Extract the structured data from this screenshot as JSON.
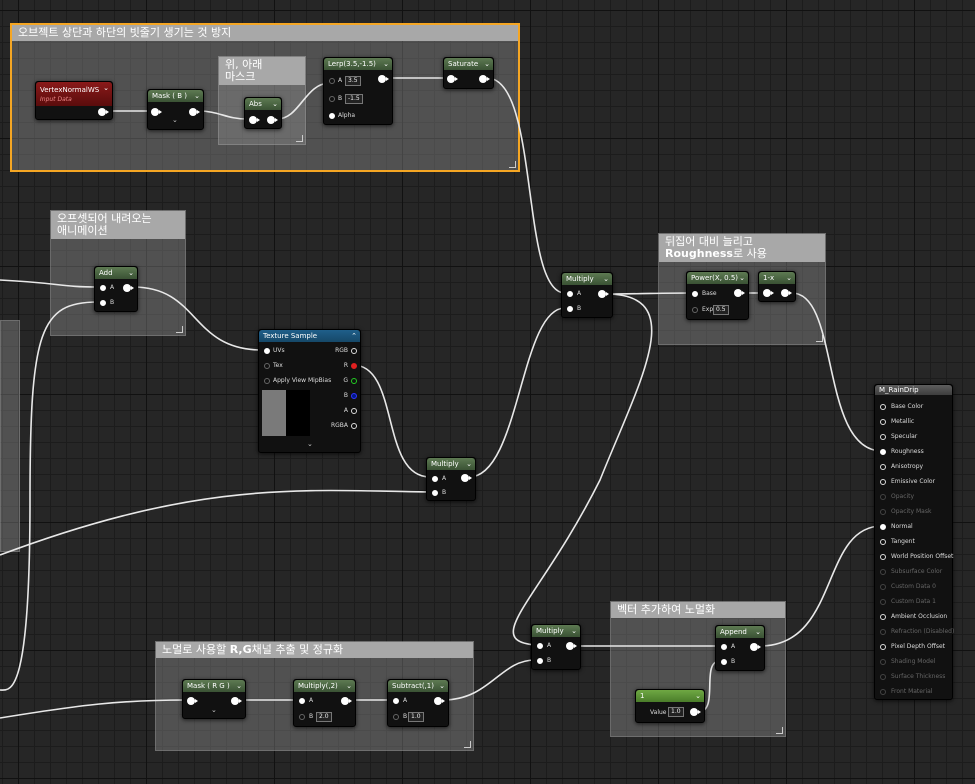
{
  "comments": {
    "top": "오브젝트 상단과 하단의 빗줄기 생기는 것 방지",
    "updown": "위, 아래\n마스크",
    "offset": "오프셋되어 내려오는\n애니메이션",
    "rough_a": "뒤집어 대비 늘리고",
    "rough_b": "Roughness",
    "rough_c": "로 사용",
    "normal_a": "노멀로 사용할 ",
    "normal_b": "R,G",
    "normal_c": "채널 추출 및 정규화",
    "vector": "벡터 추가하여 노멀화"
  },
  "nodes": {
    "vertex": {
      "title": "VertexNormalWS",
      "sub": "Input Data"
    },
    "mask_b": {
      "title": "Mask ( B )"
    },
    "abs": {
      "title": "Abs"
    },
    "lerp": {
      "title": "Lerp(3.5,-1.5)",
      "a_label": "A",
      "a_val": "3.5",
      "b_label": "B",
      "b_val": "-1.5",
      "alpha": "Alpha"
    },
    "saturate": {
      "title": "Saturate"
    },
    "add": {
      "title": "Add",
      "a": "A",
      "b": "B"
    },
    "texture": {
      "title": "Texture Sample",
      "uvs": "UVs",
      "tex": "Tex",
      "mip": "Apply View MipBias",
      "rgb": "RGB",
      "r": "R",
      "g": "G",
      "b": "B",
      "a": "A",
      "rgba": "RGBA"
    },
    "multiply_mid": {
      "title": "Multiply",
      "a": "A",
      "b": "B"
    },
    "multiply_top": {
      "title": "Multiply",
      "a": "A",
      "b": "B"
    },
    "power": {
      "title": "Power(X, 0.5)",
      "base": "Base",
      "exp": "Exp",
      "exp_val": "0.5"
    },
    "one_minus": {
      "title": "1-x"
    },
    "mask_rg": {
      "title": "Mask ( R G )"
    },
    "multiply2": {
      "title": "Multiply(,2)",
      "a": "A",
      "b": "B",
      "b_val": "2.0"
    },
    "subtract": {
      "title": "Subtract(,1)",
      "a": "A",
      "b": "B",
      "b_val": "1.0"
    },
    "multiply_bot": {
      "title": "Multiply",
      "a": "A",
      "b": "B"
    },
    "append": {
      "title": "Append",
      "a": "A",
      "b": "B"
    },
    "constant": {
      "title": "1",
      "value_label": "Value",
      "value": "1.0"
    }
  },
  "material": {
    "title": "M_RainDrip",
    "inputs": [
      {
        "label": "Base Color",
        "active": true,
        "connected": false
      },
      {
        "label": "Metallic",
        "active": true,
        "connected": false
      },
      {
        "label": "Specular",
        "active": true,
        "connected": false
      },
      {
        "label": "Roughness",
        "active": true,
        "connected": true
      },
      {
        "label": "Anisotropy",
        "active": true,
        "connected": false
      },
      {
        "label": "Emissive Color",
        "active": true,
        "connected": false
      },
      {
        "label": "Opacity",
        "active": false,
        "connected": false
      },
      {
        "label": "Opacity Mask",
        "active": false,
        "connected": false
      },
      {
        "label": "Normal",
        "active": true,
        "connected": true
      },
      {
        "label": "Tangent",
        "active": true,
        "connected": false
      },
      {
        "label": "World Position Offset",
        "active": true,
        "connected": false
      },
      {
        "label": "Subsurface Color",
        "active": false,
        "connected": false
      },
      {
        "label": "Custom Data 0",
        "active": false,
        "connected": false
      },
      {
        "label": "Custom Data 1",
        "active": false,
        "connected": false
      },
      {
        "label": "Ambient Occlusion",
        "active": true,
        "connected": false
      },
      {
        "label": "Refraction (Disabled)",
        "active": false,
        "connected": false
      },
      {
        "label": "Pixel Depth Offset",
        "active": true,
        "connected": false
      },
      {
        "label": "Shading Model",
        "active": false,
        "connected": false
      },
      {
        "label": "Surface Thickness",
        "active": false,
        "connected": false
      },
      {
        "label": "Front Material",
        "active": false,
        "connected": false
      }
    ]
  },
  "icons": {
    "dropdown": "chevron-down-icon",
    "collapse": "chevron-down-icon"
  },
  "colors": {
    "selection": "#f5a623",
    "node_header": "#4a6640",
    "input_header": "#7a1515",
    "texture_header": "#1f5f8a"
  }
}
